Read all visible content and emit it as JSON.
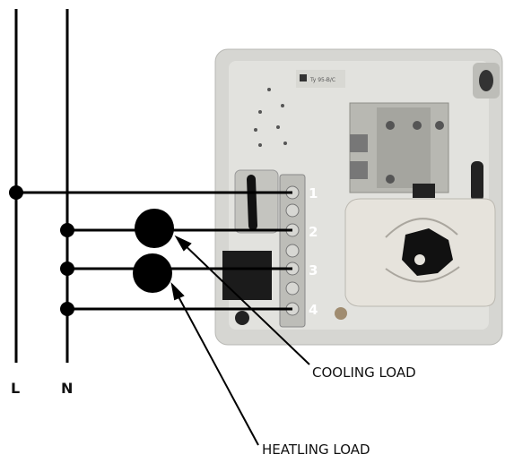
{
  "bus_labels": {
    "live": "L",
    "neutral": "N"
  },
  "terminal_numbers": [
    "1",
    "2",
    "3",
    "4"
  ],
  "load_labels": {
    "cooling": "COOLING LOAD",
    "heating": "HEATLING LOAD"
  },
  "thermostat_marking": "Ty 95-B/C",
  "colors": {
    "wire": "#000000",
    "housing": "#d9d9d6",
    "plate": "#c9c9c5",
    "dial": "#e3e0d9",
    "knob": "#111111",
    "metal": "#9a9a94"
  }
}
